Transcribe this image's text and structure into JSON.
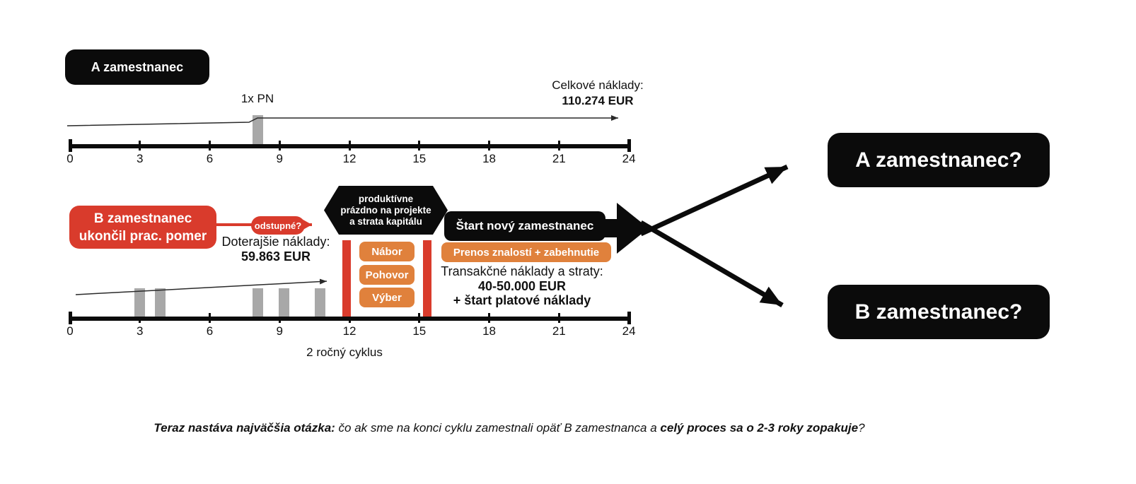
{
  "colors": {
    "red": "#d93b2c",
    "orange": "#e0813c",
    "black": "#0b0b0b",
    "gray": "#a8a8a8"
  },
  "employee_a": {
    "box_label": "A zamestnanec",
    "pn_label": "1x PN",
    "total_label": "Celkové náklady:",
    "total_value": "110.274 EUR"
  },
  "timeline_a": {
    "tick_months": [
      0,
      3,
      6,
      9,
      12,
      15,
      18,
      21,
      24
    ],
    "pn_marks": [
      8.05
    ]
  },
  "employee_b": {
    "box_line1": "B zamestnanec",
    "box_line2": "ukončil prac. pomer",
    "severance_label": "odstupné?",
    "costs_label": "Doterajšie náklady:",
    "costs_value": "59.863 EUR",
    "hex_line1": "produktívne",
    "hex_line2": "prázdno na projekte",
    "hex_line3": "a strata kapitálu",
    "steps": [
      "Nábor",
      "Pohovor",
      "Výber"
    ],
    "start_label": "Štart nový zamestnanec",
    "transfer_label": "Prenos znalostí + zabehnutie",
    "transaction_label": "Transakčné náklady a straty:",
    "transaction_value": "40-50.000 EUR",
    "transaction_extra": "+ štart platové náklady",
    "cycle_label": "2 ročný cyklus"
  },
  "timeline_b": {
    "tick_months": [
      0,
      3,
      6,
      9,
      12,
      15,
      18,
      21,
      24
    ],
    "pn_marks": [
      3.0,
      3.87,
      8.07,
      9.19,
      10.74
    ],
    "cut_marks": [
      11.88,
      15.33
    ]
  },
  "decision": {
    "option_a": "A zamestnanec?",
    "option_b": "B zamestnanec?"
  },
  "footer": {
    "part1_bold": "Teraz nastáva najväčšia otázka:",
    "part2": " čo ak sme na konci cyklu zamestnali opäť B zamestnanca a ",
    "part3_bold": "celý proces sa o 2-3 roky zopakuje",
    "part4": "?"
  }
}
